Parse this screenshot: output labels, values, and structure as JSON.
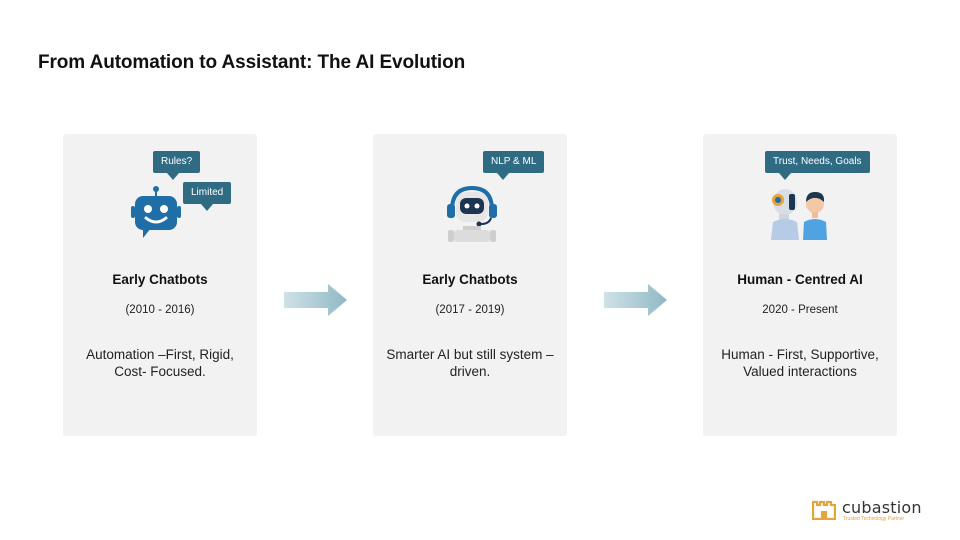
{
  "slide": {
    "title": "From Automation to Assistant: The AI Evolution"
  },
  "cards": [
    {
      "heading": "Early Chatbots",
      "period": "(2010 - 2016)",
      "description": "Automation –First, Rigid, Cost- Focused.",
      "bubbles": [
        "Rules?",
        "Limited"
      ],
      "icon": "chatbot-robot-icon"
    },
    {
      "heading": "Early Chatbots",
      "period": "(2017 - 2019)",
      "description": "Smarter AI but still system – driven.",
      "bubbles": [
        "NLP & ML"
      ],
      "icon": "headset-robot-icon"
    },
    {
      "heading": "Human - Centred AI",
      "period": "2020 - Present",
      "description": "Human - First, Supportive, Valued interactions",
      "bubbles": [
        "Trust, Needs, Goals"
      ],
      "icon": "robot-and-human-icon"
    }
  ],
  "connectors": [
    "arrow-right-icon",
    "arrow-right-icon"
  ],
  "logo": {
    "name": "cubastion",
    "tagline": "Trusted Technology Partner"
  },
  "colors": {
    "bubble": "#2f6c84",
    "card": "#f2f2f2",
    "arrow": "#a9cbd4",
    "logo_accent": "#e8a23a",
    "robot_blue": "#1f6ea8"
  }
}
